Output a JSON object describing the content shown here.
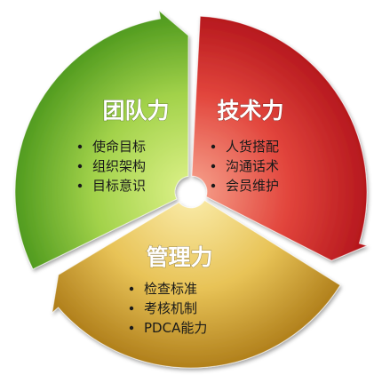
{
  "colors": {
    "green": "#6ab530",
    "green_light": "#b7df5c",
    "red": "#d0262a",
    "red_light": "#f07a6a",
    "gold": "#c89a2a",
    "gold_light": "#f2d879",
    "title_text": "#ffffff",
    "item_text": "#1a1a1a"
  },
  "segments": [
    {
      "id": "team",
      "title": "团队力",
      "items": [
        "使命目标",
        "组织架构",
        "目标意识"
      ]
    },
    {
      "id": "tech",
      "title": "技术力",
      "items": [
        "人货搭配",
        "沟通话术",
        "会员维护"
      ]
    },
    {
      "id": "mgmt",
      "title": "管理力",
      "items": [
        "检查标准",
        "考核机制",
        "PDCA能力"
      ]
    }
  ]
}
